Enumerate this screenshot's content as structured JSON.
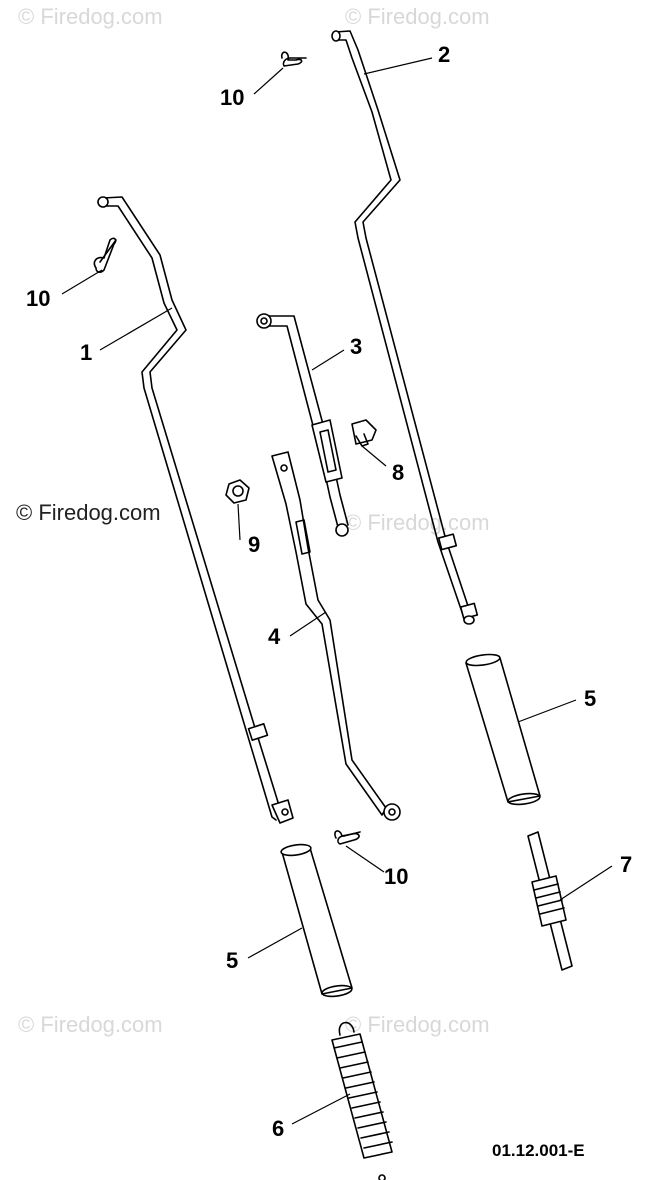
{
  "callouts": {
    "c10a": "10",
    "c2": "2",
    "c10b": "10",
    "c1": "1",
    "c3": "3",
    "c8": "8",
    "c9": "9",
    "c4": "4",
    "c5a": "5",
    "c10c": "10",
    "c7": "7",
    "c5b": "5",
    "c6": "6"
  },
  "watermark": {
    "text": "© Firedog.com",
    "corner_text": "© Firedog.com"
  },
  "diagram_code": "01.12.001-E",
  "colors": {
    "line": "#000000",
    "watermark": "#d8d8d8",
    "background": "#ffffff"
  }
}
